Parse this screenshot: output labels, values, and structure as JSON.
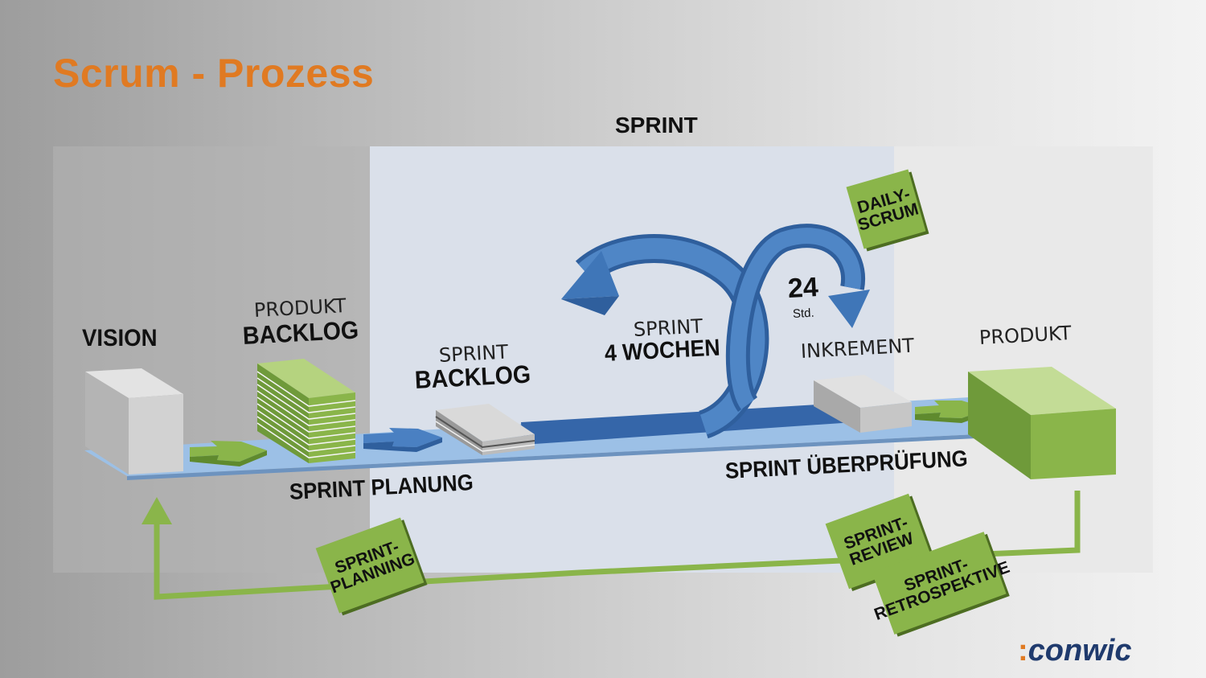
{
  "title": "Scrum - Prozess",
  "sprint_label": "SPRINT",
  "vision": "VISION",
  "product_backlog": {
    "top": "PRODUKT",
    "bottom": "BACKLOG"
  },
  "sprint_backlog": {
    "top": "SPRINT",
    "bottom": "BACKLOG"
  },
  "sprint_cycle": {
    "top": "SPRINT",
    "bottom": "4 WOCHEN"
  },
  "daily_cycle": {
    "value": "24",
    "unit": "Std."
  },
  "increment": "INKREMENT",
  "product": "PRODUKT",
  "sprint_planning_label": "SPRINT PLANUNG",
  "sprint_review_label": "SPRINT ÜBERPRÜFUNG",
  "tags": {
    "daily_scrum": {
      "line1": "DAILY-",
      "line2": "SCRUM"
    },
    "sprint_planning": {
      "line1": "SPRINT-",
      "line2": "PLANNING"
    },
    "sprint_review": {
      "line1": "SPRINT-",
      "line2": "REVIEW"
    },
    "sprint_retro": {
      "line1": "SPRINT-",
      "line2": "RETROSPEKTIVE"
    }
  },
  "logo": {
    "colon": ":",
    "text": "conwic"
  },
  "colors": {
    "title": "#e07a22",
    "accent_blue": "#3a6fb3",
    "accent_green": "#8ab54a",
    "conveyor": "#9cc0e6",
    "logo": "#1f3a6d"
  }
}
